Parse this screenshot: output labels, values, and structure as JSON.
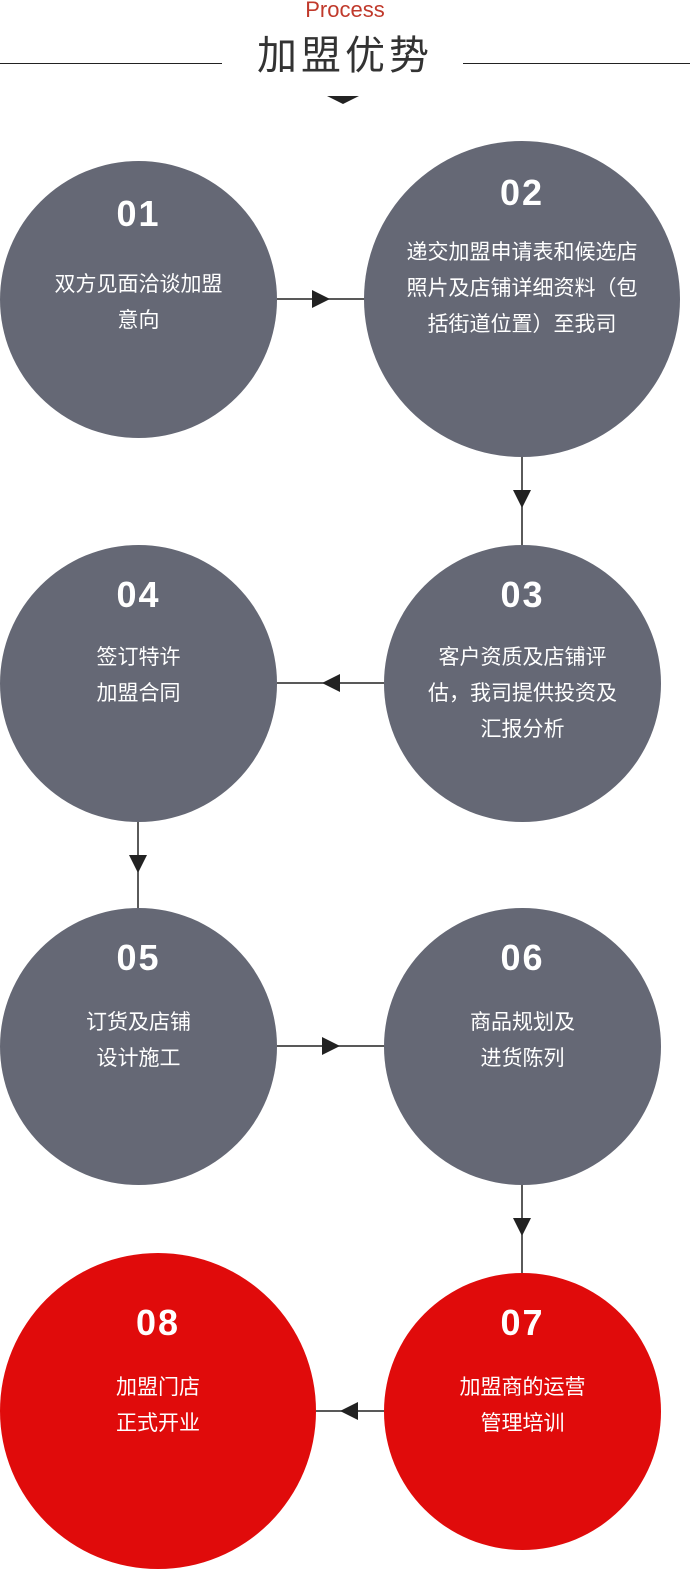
{
  "header": {
    "eyebrow": "Process",
    "title": "加盟优势"
  },
  "colors": {
    "eyebrow": "#c0392b",
    "title": "#333333",
    "line": "#222222",
    "step_gray": "#656875",
    "step_red": "#e00b0b"
  },
  "steps": [
    {
      "num": "01",
      "text": "双方见面洽谈加盟\n意向",
      "color": "gray"
    },
    {
      "num": "02",
      "text": "递交加盟申请表和候选店\n照片及店铺详细资料（包\n括街道位置）至我司",
      "color": "gray"
    },
    {
      "num": "03",
      "text": "客户资质及店铺评\n估，我司提供投资及\n汇报分析",
      "color": "gray"
    },
    {
      "num": "04",
      "text": "签订特许\n加盟合同",
      "color": "gray"
    },
    {
      "num": "05",
      "text": "订货及店铺\n设计施工",
      "color": "gray"
    },
    {
      "num": "06",
      "text": "商品规划及\n进货陈列",
      "color": "gray"
    },
    {
      "num": "07",
      "text": "加盟商的运营\n管理培训",
      "color": "red"
    },
    {
      "num": "08",
      "text": "加盟门店\n正式开业",
      "color": "red"
    }
  ],
  "flow": [
    [
      "01",
      "02"
    ],
    [
      "02",
      "03"
    ],
    [
      "03",
      "04"
    ],
    [
      "04",
      "05"
    ],
    [
      "05",
      "06"
    ],
    [
      "06",
      "07"
    ],
    [
      "07",
      "08"
    ]
  ]
}
